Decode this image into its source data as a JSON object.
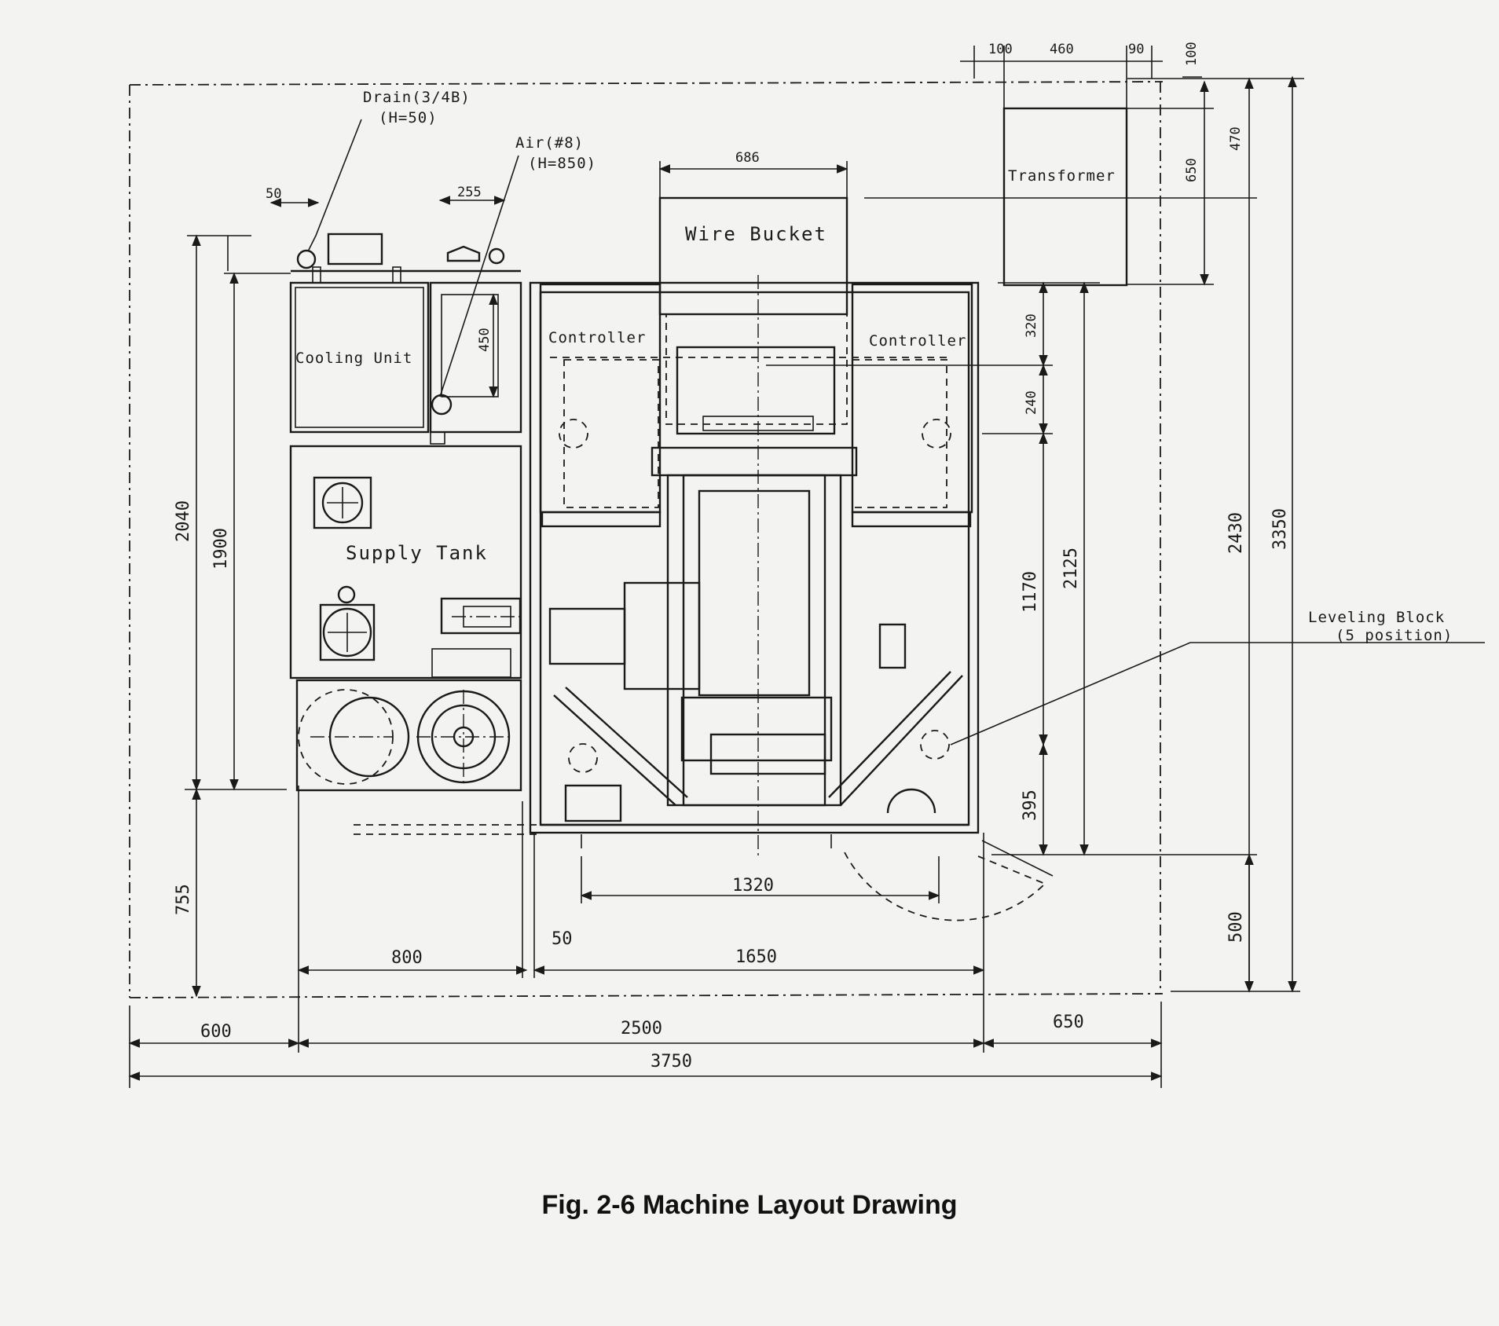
{
  "labels": {
    "drain": "Drain(3/4B)",
    "drain_h": "(H=50)",
    "air": "Air(#8)",
    "air_h": "(H=850)",
    "cooling_unit": "Cooling Unit",
    "supply_tank": "Supply Tank",
    "wire_bucket": "Wire Bucket",
    "controller_left": "Controller",
    "controller_right": "Controller",
    "transformer": "Transformer",
    "leveling_block": "Leveling Block",
    "leveling_block_note": "(5 position)"
  },
  "dimensions": {
    "d100": "100",
    "d460": "460",
    "d90": "90",
    "d100_side": "100",
    "d470": "470",
    "d650_side": "650",
    "d50_top": "50",
    "d255": "255",
    "d686": "686",
    "d450": "450",
    "d320": "320",
    "d240": "240",
    "d1170": "1170",
    "d2125": "2125",
    "d2430": "2430",
    "d3350": "3350",
    "d395": "395",
    "d500": "500",
    "d2040": "2040",
    "d1900": "1900",
    "d755": "755",
    "d1320": "1320",
    "d800": "800",
    "d50_bottom": "50",
    "d1650": "1650",
    "d600": "600",
    "d2500": "2500",
    "d650": "650",
    "d3750": "3750"
  },
  "caption": "Fig. 2-6 Machine Layout Drawing"
}
